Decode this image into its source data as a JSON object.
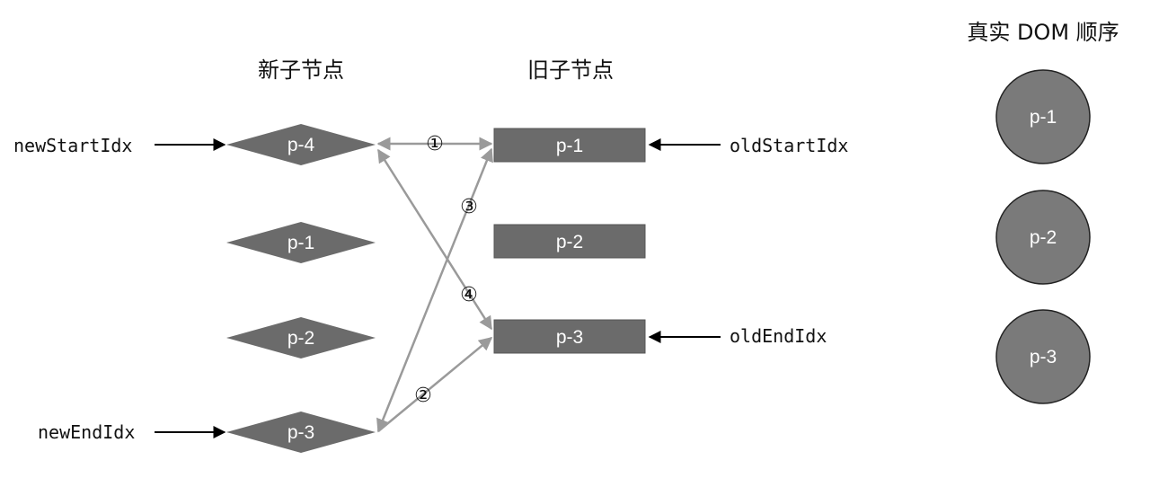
{
  "headings": {
    "new_children": "新子节点",
    "old_children": "旧子节点",
    "real_dom_order": "真实 DOM 顺序"
  },
  "pointers": {
    "new_start": "newStartIdx",
    "new_end": "newEndIdx",
    "old_start": "oldStartIdx",
    "old_end": "oldEndIdx"
  },
  "new_nodes": [
    "p-4",
    "p-1",
    "p-2",
    "p-3"
  ],
  "old_nodes": [
    "p-1",
    "p-2",
    "p-3"
  ],
  "dom_nodes": [
    "p-1",
    "p-2",
    "p-3"
  ],
  "steps": [
    "①",
    "②",
    "③",
    "④"
  ],
  "colors": {
    "node_fill": "#6b6b6b",
    "dom_fill": "#7a7a7a",
    "connector": "#9a9a9a",
    "pointer_arrow": "#000000"
  }
}
